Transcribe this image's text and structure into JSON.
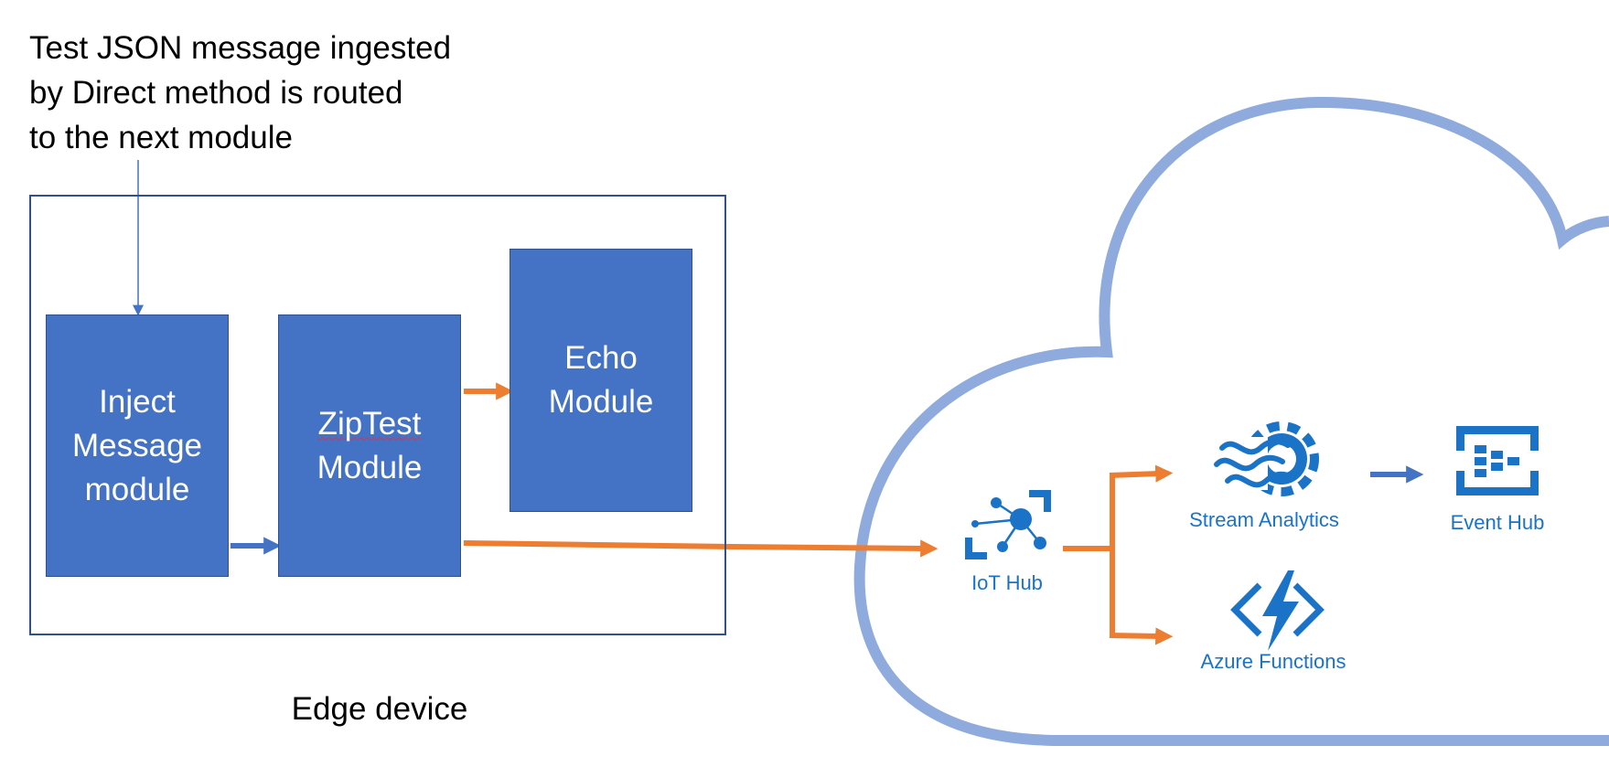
{
  "annotation": {
    "lines": [
      "Test JSON message ingested",
      "by Direct method is routed",
      "to the next module"
    ]
  },
  "edge_device": {
    "label": "Edge device",
    "modules": {
      "inject": {
        "lines": [
          "Inject",
          "Message",
          "module"
        ]
      },
      "ziptest": {
        "lines": [
          "ZipTest",
          "Module"
        ]
      },
      "echo": {
        "lines": [
          "Echo",
          "Module"
        ]
      }
    }
  },
  "cloud": {
    "services": {
      "iot_hub": {
        "label": "IoT Hub",
        "icon": "iot-hub-icon"
      },
      "stream_analytics": {
        "label": "Stream Analytics",
        "icon": "stream-analytics-icon"
      },
      "event_hub": {
        "label": "Event Hub",
        "icon": "event-hub-icon"
      },
      "azure_functions": {
        "label": "Azure Functions",
        "icon": "azure-functions-icon"
      }
    }
  },
  "colors": {
    "module_fill": "#4472c4",
    "module_border": "#2f528f",
    "internal_arrow": "#4472c4",
    "route_arrow": "#ed7d31",
    "cloud_outline": "#8faadc",
    "service_blue": "#1a73c7"
  }
}
